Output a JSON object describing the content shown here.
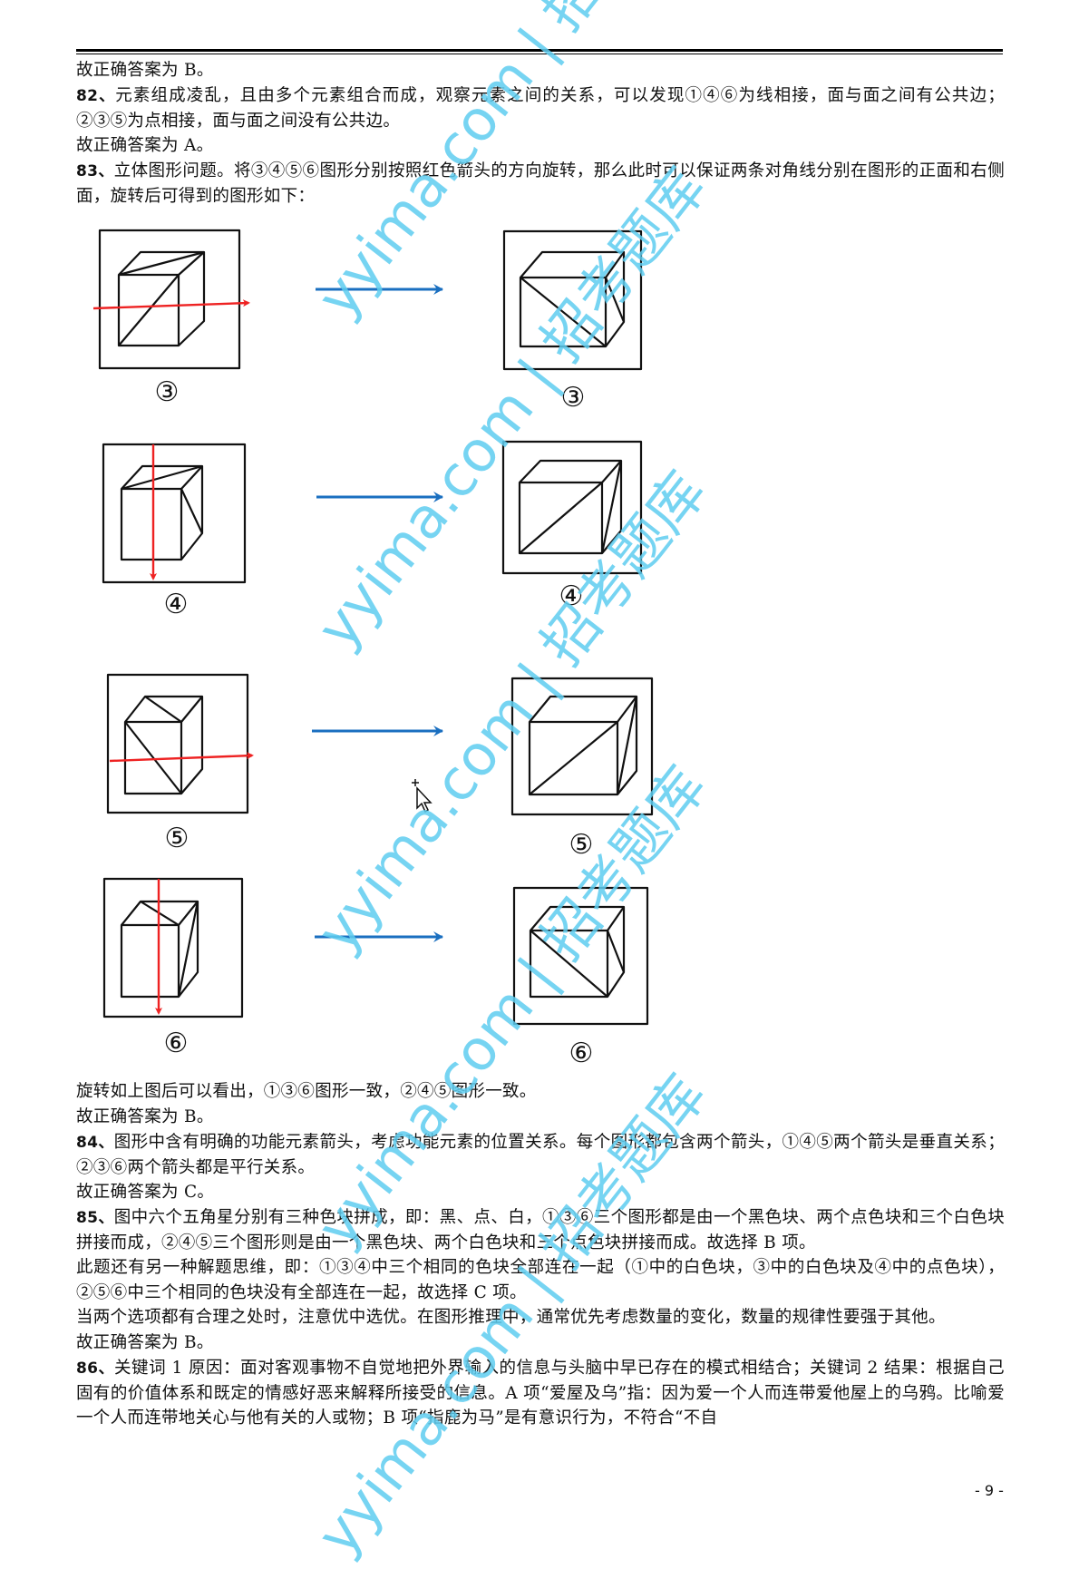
{
  "document": {
    "top_lines": [
      {
        "num": "",
        "text": "故正确答案为 B。"
      },
      {
        "num": "82、",
        "text": "元素组成凌乱，且由多个元素组合而成，观察元素之间的关系，可以发现①④⑥为线相接，面与面之间有公共边；②③⑤为点相接，面与面之间没有公共边。"
      },
      {
        "num": "",
        "text": "故正确答案为 A。"
      },
      {
        "num": "83、",
        "text": "立体图形问题。将③④⑤⑥图形分别按照红色箭头的方向旋转，那么此时可以保证两条对角线分别在图形的正面和右侧面，旋转后可得到的图形如下："
      }
    ],
    "figures": [
      {
        "label_before": "③",
        "label_after": "③",
        "red_arrow": "horizontal"
      },
      {
        "label_before": "④",
        "label_after": "④",
        "red_arrow": "vertical"
      },
      {
        "label_before": "⑤",
        "label_after": "⑤",
        "red_arrow": "horizontal"
      },
      {
        "label_before": "⑥",
        "label_after": "⑥",
        "red_arrow": "vertical"
      }
    ],
    "bottom_lines": [
      {
        "num": "",
        "text": "旋转如上图后可以看出，①③⑥图形一致，②④⑤图形一致。"
      },
      {
        "num": "",
        "text": "故正确答案为 B。"
      },
      {
        "num": "84、",
        "text": "图形中含有明确的功能元素箭头，考虑功能元素的位置关系。每个图形都包含两个箭头，①④⑤两个箭头是垂直关系；②③⑥两个箭头都是平行关系。"
      },
      {
        "num": "",
        "text": "故正确答案为 C。"
      },
      {
        "num": "85、",
        "text": "图中六个五角星分别有三种色块拼成，即：黑、点、白，①③⑥三个图形都是由一个黑色块、两个点色块和三个白色块拼接而成，②④⑤三个图形则是由一个黑色块、两个白色块和三个点色块拼接而成。故选择 B 项。"
      },
      {
        "num": "",
        "text": "此题还有另一种解题思维，即：①③④中三个相同的色块全部连在一起（①中的白色块，③中的白色块及④中的点色块），②⑤⑥中三个相同的色块没有全部连在一起，故选择 C 项。"
      },
      {
        "num": "",
        "text": "当两个选项都有合理之处时，注意优中选优。在图形推理中，通常优先考虑数量的变化，数量的规律性要强于其他。"
      },
      {
        "num": "",
        "text": "故正确答案为 B。"
      },
      {
        "num": "86、",
        "text": "关键词 1 原因：面对客观事物不自觉地把外界输入的信息与头脑中早已存在的模式相结合；关键词 2 结果：根据自己固有的价值体系和既定的情感好恶来解释所接受的信息。A 项“爱屋及乌”指：因为爱一个人而连带爱他屋上的乌鸦。比喻爱一个人而连带地关心与他有关的人或物；B 项“指鹿为马”是有意识行为，不符合“不自"
      }
    ],
    "page_number": "- 9 -"
  },
  "watermark": {
    "text": "yyima.com | 招考题库",
    "color": "#5fcdf0"
  },
  "colors": {
    "red_arrow": "#ee2222",
    "blue_arrow": "#1a6fc0"
  }
}
